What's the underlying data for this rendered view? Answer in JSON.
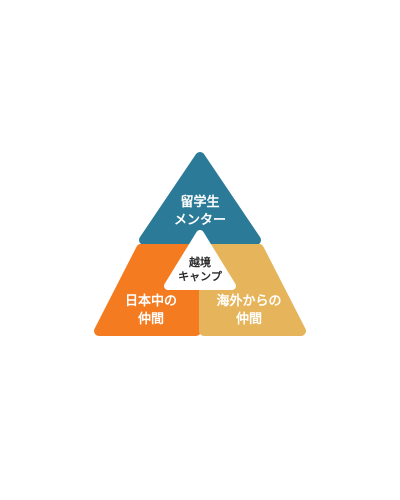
{
  "diagram": {
    "top": {
      "line1": "留学生",
      "line2": "メンター",
      "color": "#2b7a98"
    },
    "left": {
      "line1": "日本中の",
      "line2": "仲間",
      "color": "#f47b20"
    },
    "right": {
      "line1": "海外からの",
      "line2": "仲間",
      "color": "#e6b45a"
    },
    "center": {
      "line1": "越境",
      "line2": "キャンプ",
      "color": "#ffffff"
    }
  }
}
